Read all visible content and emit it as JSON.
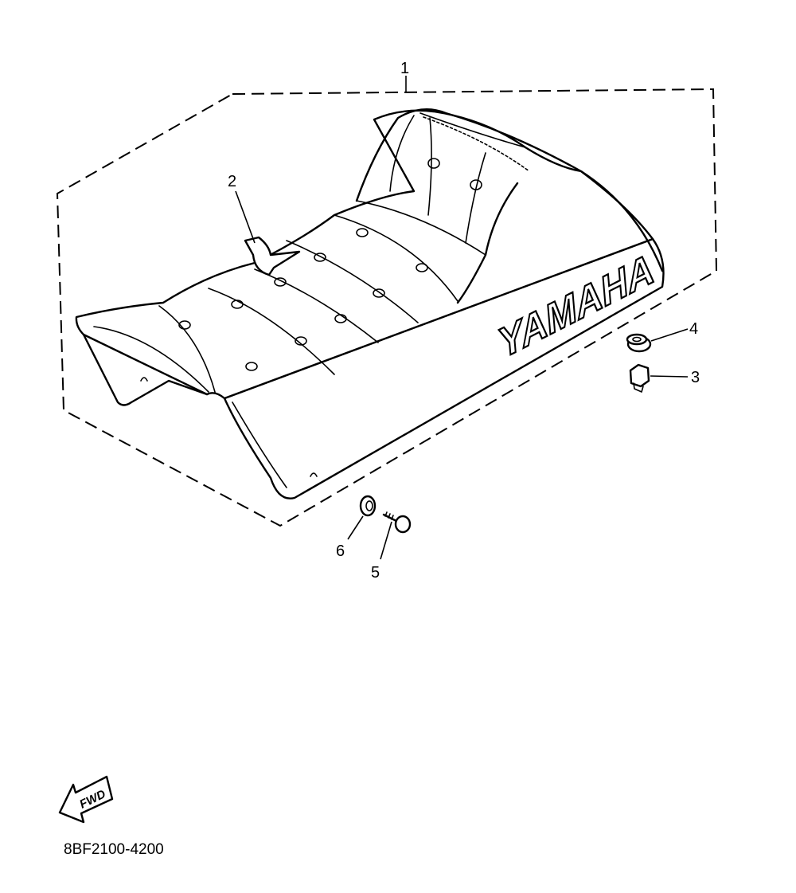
{
  "diagram": {
    "callouts": [
      {
        "id": "1",
        "label": "1"
      },
      {
        "id": "2",
        "label": "2"
      },
      {
        "id": "3",
        "label": "3"
      },
      {
        "id": "4",
        "label": "4"
      },
      {
        "id": "5",
        "label": "5"
      },
      {
        "id": "6",
        "label": "6"
      }
    ],
    "seat_brand": "YAMAHA",
    "direction_label": "FWD",
    "drawing_code": "8BF2100-4200",
    "colors": {
      "line": "#000000",
      "background": "#ffffff"
    }
  }
}
